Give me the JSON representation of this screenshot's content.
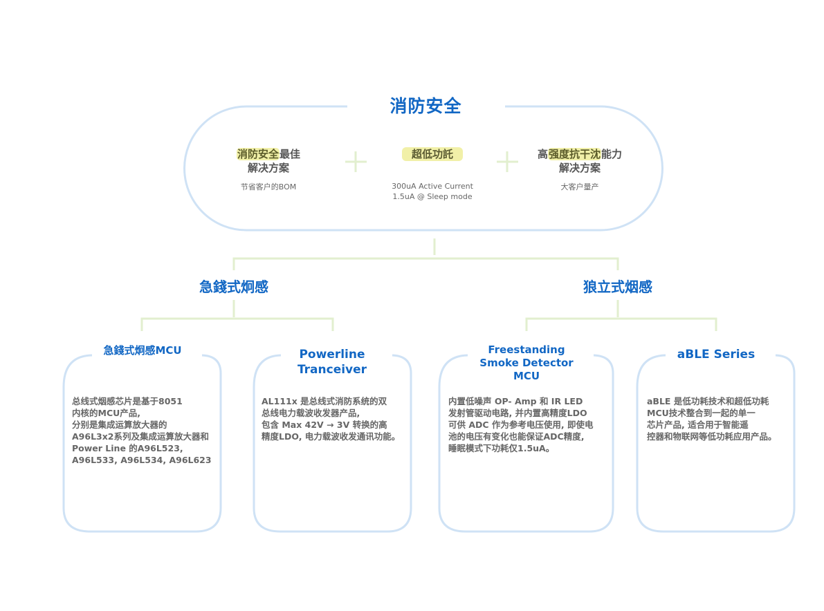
{
  "title": "消防安全",
  "features": [
    {
      "title_highlight": "消防安全",
      "title_rest": "最佳",
      "title_line2": "解决方案",
      "subtitle": "节省客户的BOM"
    },
    {
      "title_highlight": "超低功託",
      "subtitle_lines": [
        "300uA Active Current",
        "1.5uA @ Sleep mode"
      ]
    },
    {
      "title_prefix": "高",
      "title_highlight": "强度抗干沈",
      "title_rest": "能力",
      "title_line2": "解决方案",
      "subtitle": "大客户量产"
    }
  ],
  "separator_icon": "plus-icon",
  "branches": [
    {
      "title": "急錢式炯感"
    },
    {
      "title": "狼立式烟感"
    }
  ],
  "cards": [
    {
      "title": "急錢式炯感MCU",
      "body": "总线式烟感芯片是基于8051\n内核的MCU产品,\n分别是集成运算放大器的\nA96L3x2系列及集成运算放大器和\nPower Line 的A96L523,\nA96L533, A96L534, A96L623"
    },
    {
      "title": "Powerline\nTranceiver",
      "body": " AL111x 是总线式消防系统的双\n总线电力载波收发器产品,\n包含 Max 42V → 3V 转换的高\n精度LDO, 电力载波收发通讯功能。"
    },
    {
      "title": "Freestanding\nSmoke Detector\nMCU",
      "body": " 内置低噪声 OP- Amp 和 IR LED\n发射管驱动电路, 并内置高精度LDO\n可供 ADC 作为参考电压使用, 即使电\n池的电压有变化也能保证ADC精度,\n睡眠模式下功耗仅1.5uA。"
    },
    {
      "title": "aBLE Series",
      "body": "aBLE 是低功耗技术和超低功耗\nMCU技术整合到一起的单一\n芯片产品, 适合用于智能遥\n控器和物联网等低功耗应用产品。"
    }
  ],
  "colors": {
    "accent_blue": "#1267c4",
    "border_blue": "#cfe2f5",
    "connector_green": "#e2efcf",
    "highlight_yellow": "#f1f0a8",
    "body_text": "#666666"
  }
}
